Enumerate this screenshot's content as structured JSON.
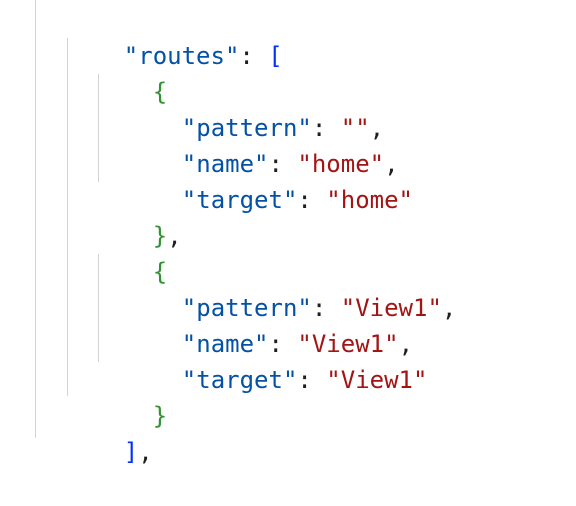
{
  "code": {
    "key_routes": "\"routes\"",
    "open_bracket": "[",
    "close_bracket": "]",
    "open_brace": "{",
    "close_brace": "}",
    "colon": ": ",
    "comma": ",",
    "routes": [
      {
        "pattern_key": "\"pattern\"",
        "pattern_value": "\"\"",
        "name_key": "\"name\"",
        "name_value": "\"home\"",
        "target_key": "\"target\"",
        "target_value": "\"home\""
      },
      {
        "pattern_key": "\"pattern\"",
        "pattern_value": "\"View1\"",
        "name_key": "\"name\"",
        "name_value": "\"View1\"",
        "target_key": "\"target\"",
        "target_value": "\"View1\""
      }
    ]
  },
  "colors": {
    "key": "#0451a5",
    "string": "#a31515",
    "bracket_outer": "#0431fa",
    "brace_inner": "#319331",
    "indent_guide": "#d3d3d3"
  }
}
